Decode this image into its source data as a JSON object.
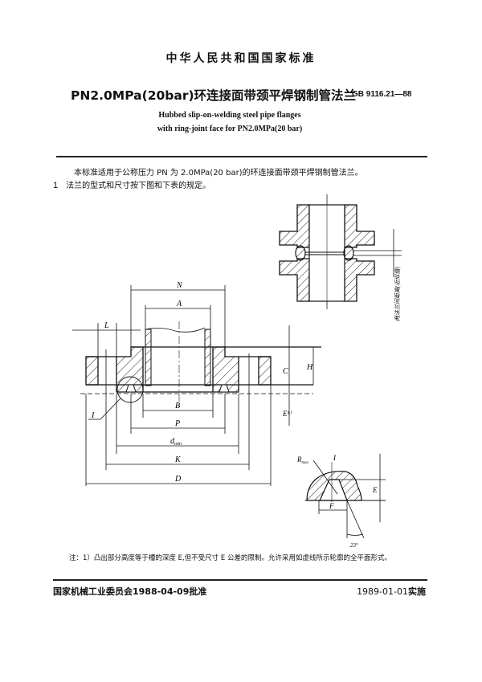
{
  "header": {
    "organization": "中华人民共和国国家标准",
    "title": "PN2.0MPa(20bar)环连接面带颈平焊钢制管法兰",
    "standard_code": "GB 9116.21—88",
    "english_title_line1": "Hubbed slip-on-welding steel pipe flanges",
    "english_title_line2": "with ring-joint face for PN2.0MPa(20 bar)"
  },
  "body": {
    "paragraph1": "本标准适用于公称压力 PN 为 2.0MPa(20 bar)的环连接面带颈平焊钢制管法兰。",
    "section1_number": "1",
    "section1_text": "法兰的型式和尺寸按下图和下表的规定。"
  },
  "figures": {
    "assembly_label": "两法兰间距离(近似值)",
    "main_labels": {
      "N": "N",
      "A": "A",
      "L": "L",
      "C": "C",
      "H": "H",
      "E": "E¹⁾",
      "B": "B",
      "P": "P",
      "d": "d",
      "d_sub": "min",
      "K": "K",
      "D": "D",
      "I": "I"
    },
    "detail_labels": {
      "R": "R",
      "R_sub": "max",
      "I": "I",
      "E": "E",
      "F": "F",
      "angle": "23°"
    }
  },
  "note": "注：1）凸出部分高度等于槽的深度 E,但不受尺寸 E 公差的限制。允许采用如虚线所示轮廓的全平面形式。",
  "footer": {
    "approval": "国家机械工业委员会1988-04-09批准",
    "implementation_date": "1989-01-01",
    "implementation_label": "实施"
  }
}
